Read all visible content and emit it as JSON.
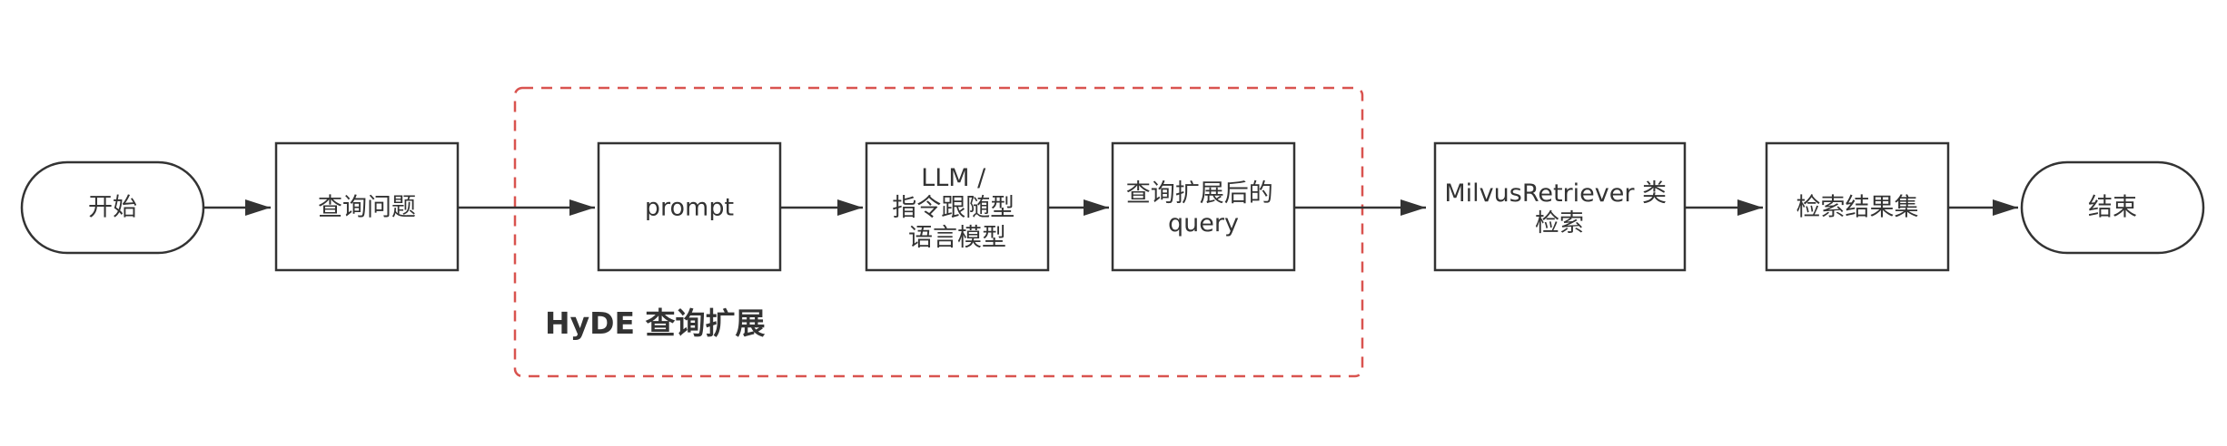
{
  "group": {
    "label": "HyDE 查询扩展",
    "border_color": "#d9534f"
  },
  "nodes": {
    "start": {
      "label": "开始"
    },
    "query": {
      "label": "查询问题"
    },
    "prompt": {
      "label": "prompt"
    },
    "llm": {
      "lines": [
        "LLM /",
        "指令跟随型",
        "语言模型"
      ]
    },
    "expanded": {
      "lines": [
        "查询扩展后的",
        "query"
      ]
    },
    "retriever": {
      "lines": [
        "MilvusRetriever 类",
        "检索"
      ]
    },
    "results": {
      "label": "检索结果集"
    },
    "end": {
      "label": "结束"
    }
  },
  "colors": {
    "stroke": "#333333",
    "text": "#333333"
  }
}
